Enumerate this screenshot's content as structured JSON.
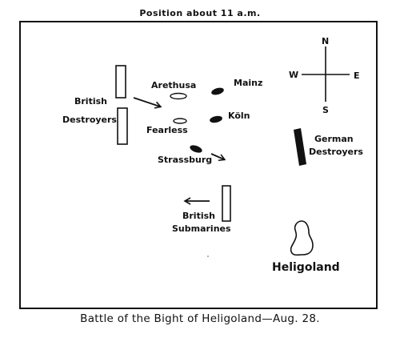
{
  "header": {
    "title": "Position about 11 a.m."
  },
  "caption": {
    "text": "Battle of the Bight of Heligoland—Aug. 28."
  },
  "compass": {
    "n": "N",
    "s": "S",
    "e": "E",
    "w": "W"
  },
  "labels": {
    "british_destroyers_line1": "British",
    "british_destroyers_line2": "Destroyers",
    "arethusa": "Arethusa",
    "mainz": "Mainz",
    "fearless": "Fearless",
    "koln": "Köln",
    "strassburg": "Strassburg",
    "german_destroyers_line1": "German",
    "german_destroyers_line2": "Destroyers",
    "british_submarines_line1": "British",
    "british_submarines_line2": "Submarines",
    "heligoland": "Heligoland"
  }
}
